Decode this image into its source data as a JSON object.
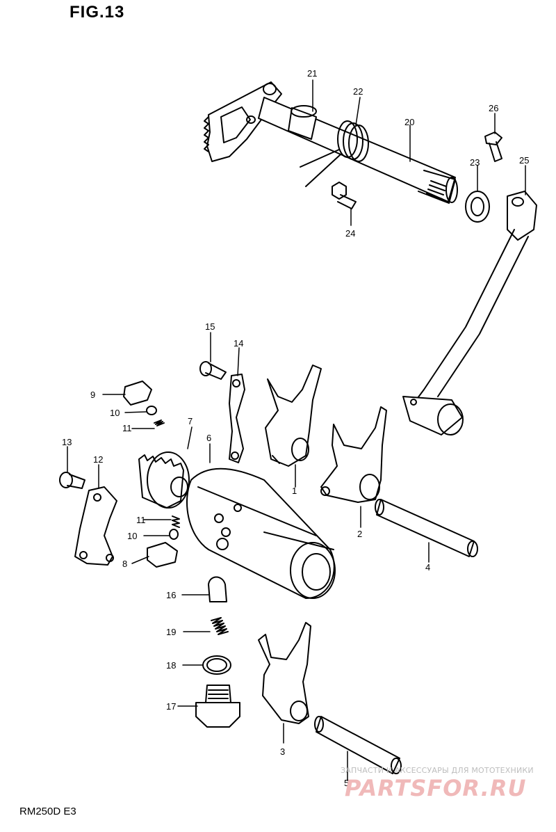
{
  "figure": {
    "title": "FIG.13",
    "model": "RM250D  E3"
  },
  "parts": [
    {
      "id": "1",
      "label": "1"
    },
    {
      "id": "2",
      "label": "2"
    },
    {
      "id": "3",
      "label": "3"
    },
    {
      "id": "4",
      "label": "4"
    },
    {
      "id": "5",
      "label": "5"
    },
    {
      "id": "6",
      "label": "6"
    },
    {
      "id": "7",
      "label": "7"
    },
    {
      "id": "8",
      "label": "8"
    },
    {
      "id": "9",
      "label": "9"
    },
    {
      "id": "10a",
      "label": "10"
    },
    {
      "id": "10b",
      "label": "10"
    },
    {
      "id": "11a",
      "label": "11"
    },
    {
      "id": "11b",
      "label": "11"
    },
    {
      "id": "12",
      "label": "12"
    },
    {
      "id": "13",
      "label": "13"
    },
    {
      "id": "14",
      "label": "14"
    },
    {
      "id": "15",
      "label": "15"
    },
    {
      "id": "16",
      "label": "16"
    },
    {
      "id": "17",
      "label": "17"
    },
    {
      "id": "18",
      "label": "18"
    },
    {
      "id": "19",
      "label": "19"
    },
    {
      "id": "20",
      "label": "20"
    },
    {
      "id": "21",
      "label": "21"
    },
    {
      "id": "22",
      "label": "22"
    },
    {
      "id": "23",
      "label": "23"
    },
    {
      "id": "24",
      "label": "24"
    },
    {
      "id": "25",
      "label": "25"
    },
    {
      "id": "26",
      "label": "26"
    }
  ],
  "watermark": {
    "caption": "ЗАПЧАСТИ И АКСЕССУАРЫ ДЛЯ МОТОТЕХНИКИ",
    "logo": "PARTSFOR.RU"
  },
  "colors": {
    "ink": "#000000",
    "watermark_text": "#bdbdbd",
    "watermark_logo": "#f0b9b9"
  }
}
